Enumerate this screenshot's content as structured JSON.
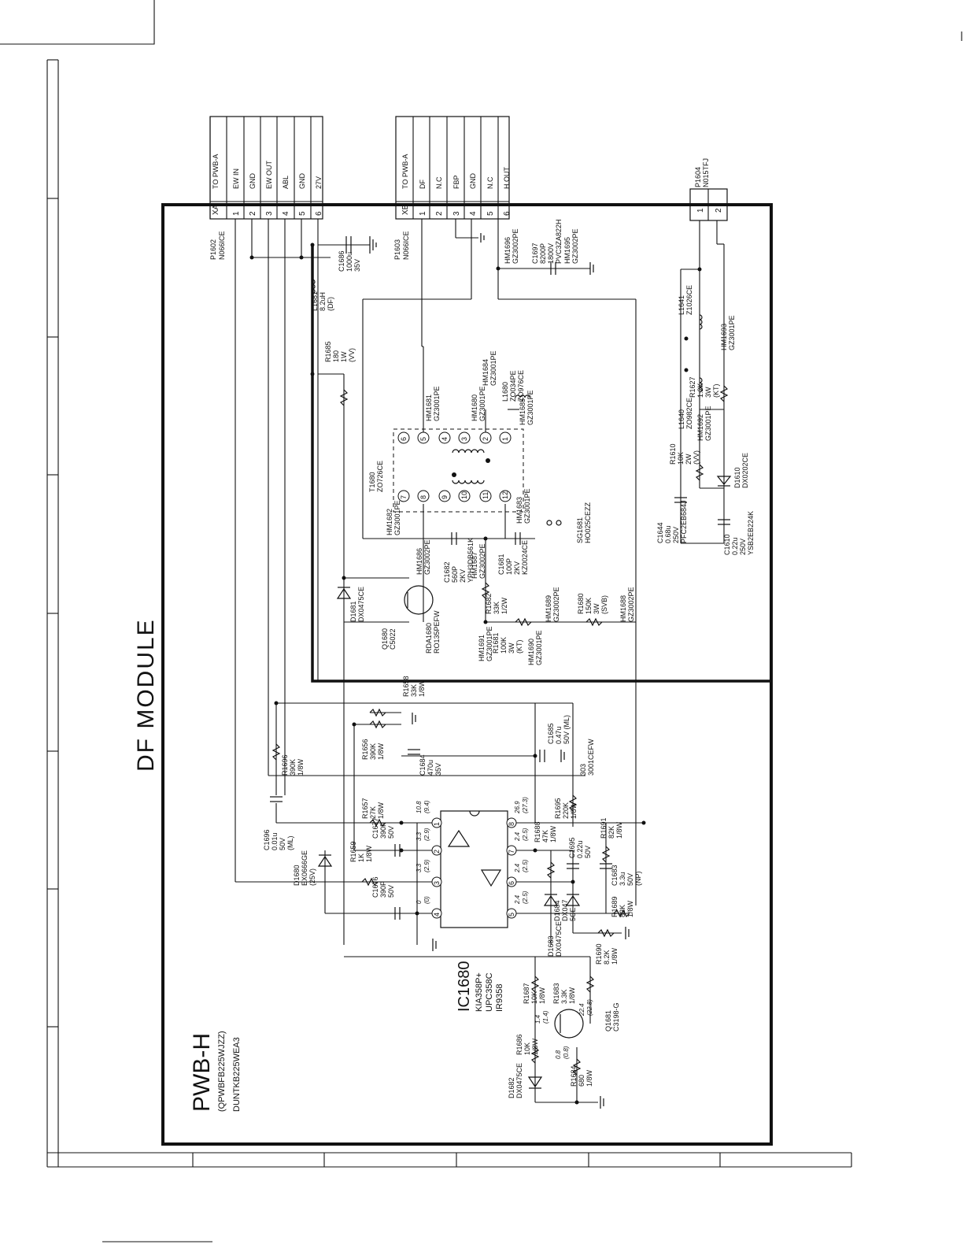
{
  "title": "DF MODULE",
  "board": {
    "name": "PWB-H",
    "part_number": "(QPWBFB225WJZZ)",
    "unit_code": "DUNTKB225WEA3"
  },
  "connectors": {
    "xa": {
      "ref": "P1602",
      "part": "N066ICE",
      "header": "XA",
      "to": "TO PWB-A",
      "pins": [
        {
          "num": "1",
          "signal": "EW IN"
        },
        {
          "num": "2",
          "signal": "GND"
        },
        {
          "num": "3",
          "signal": "EW OUT"
        },
        {
          "num": "4",
          "signal": "ABL"
        },
        {
          "num": "5",
          "signal": "GND"
        },
        {
          "num": "6",
          "signal": "27V"
        }
      ]
    },
    "xb": {
      "ref": "P1603",
      "part": "N066ICE",
      "header": "XB",
      "to": "TO PWB-A",
      "pins": [
        {
          "num": "1",
          "signal": "DF"
        },
        {
          "num": "2",
          "signal": "N.C"
        },
        {
          "num": "3",
          "signal": "FBP"
        },
        {
          "num": "4",
          "signal": "GND"
        },
        {
          "num": "5",
          "signal": "N.C"
        },
        {
          "num": "6",
          "signal": "H.OUT"
        }
      ]
    },
    "p1604": {
      "ref": "P1604",
      "part": "N015TFJ",
      "pins": [
        "1",
        "2"
      ]
    }
  },
  "ic": {
    "ref": "IC1680",
    "parts": [
      "KIA358P+",
      "UPC358C",
      "IR9358"
    ],
    "pins": [
      "1",
      "2",
      "3",
      "4",
      "5",
      "6",
      "7",
      "8"
    ],
    "voltages": [
      {
        "pin": "1",
        "v": "10.8",
        "v2": "(9.4)"
      },
      {
        "pin": "2",
        "v": "3.3",
        "v2": "(2.9)"
      },
      {
        "pin": "3",
        "v": "3.3",
        "v2": "(2.9)"
      },
      {
        "pin": "4",
        "v": "0",
        "v2": "(0)"
      },
      {
        "pin": "5",
        "v": "2.4",
        "v2": "(2.5)"
      },
      {
        "pin": "6",
        "v": "2.4",
        "v2": "(2.5)"
      },
      {
        "pin": "7",
        "v": "2.4",
        "v2": "(2.5)"
      },
      {
        "pin": "8",
        "v": "26.9",
        "v2": "(27.3)"
      }
    ]
  },
  "components": [
    {
      "ref": "L1681",
      "lines": [
        "8.2uH",
        "(DF)"
      ]
    },
    {
      "ref": "C1686",
      "lines": [
        "1000u",
        "35V"
      ]
    },
    {
      "ref": "R1685",
      "lines": [
        "180",
        "1W",
        "(VV)"
      ]
    },
    {
      "ref": "HM1696",
      "lines": [
        "GZ3002PE"
      ]
    },
    {
      "ref": "C1697",
      "lines": [
        "8200P",
        "1800V",
        "PVC3ZA822H"
      ]
    },
    {
      "ref": "HM1695",
      "lines": [
        "GZ3002PE"
      ]
    },
    {
      "ref": "HM1681",
      "lines": [
        "GZ3001PE"
      ]
    },
    {
      "ref": "HM1680",
      "lines": [
        "GZ3001PE"
      ]
    },
    {
      "ref": "HM1684",
      "lines": [
        "GZ3001PE"
      ]
    },
    {
      "ref": "L1680",
      "lines": [
        "ZO034PE",
        "ZO976CE"
      ]
    },
    {
      "ref": "HM1685",
      "lines": [
        "GZ3001PE"
      ]
    },
    {
      "ref": "T1680",
      "lines": [
        "ZO726CE"
      ]
    },
    {
      "ref": "HM1682",
      "lines": [
        "GZ3001PE"
      ]
    },
    {
      "ref": "HM1683",
      "lines": [
        "GZ3001PE"
      ]
    },
    {
      "ref": "SG1681",
      "lines": [
        "HO025CEZZ"
      ]
    },
    {
      "ref": "HM1686",
      "lines": [
        "GZ3002PE"
      ]
    },
    {
      "ref": "C1682",
      "lines": [
        "560P",
        "2KV",
        "YPH3DB561K"
      ]
    },
    {
      "ref": "HM1687",
      "lines": [
        "GZ3002PE"
      ]
    },
    {
      "ref": "C1681",
      "lines": [
        "100P",
        "2KV",
        "KZ0024CE"
      ]
    },
    {
      "ref": "R1682",
      "lines": [
        "33K",
        "1/2W"
      ]
    },
    {
      "ref": "HM1689",
      "lines": [
        "GZ3002PE"
      ]
    },
    {
      "ref": "R1680",
      "lines": [
        "150K",
        "3W",
        "(SVB)"
      ]
    },
    {
      "ref": "HM1688",
      "lines": [
        "GZ3002PE"
      ]
    },
    {
      "ref": "HM1691",
      "lines": [
        "GZ3001PE"
      ]
    },
    {
      "ref": "R1681",
      "lines": [
        "100K",
        "3W",
        "(KT)"
      ]
    },
    {
      "ref": "HM1690",
      "lines": [
        "GZ3001PE"
      ]
    },
    {
      "ref": "D1681",
      "lines": [
        "DX0475CE"
      ]
    },
    {
      "ref": "Q1680",
      "lines": [
        "C5022"
      ]
    },
    {
      "ref": "RDA1680",
      "lines": [
        "RO135PEFW"
      ]
    },
    {
      "ref": "L1641",
      "lines": [
        "Z1026CE"
      ]
    },
    {
      "ref": "R1627",
      "lines": [
        "1.2K",
        "3W",
        "(KT)"
      ]
    },
    {
      "ref": "HM1693",
      "lines": [
        "GZ3001PE"
      ]
    },
    {
      "ref": "L1640",
      "lines": [
        "ZO982CE"
      ]
    },
    {
      "ref": "HM1692",
      "lines": [
        "GZ3001PE"
      ]
    },
    {
      "ref": "R1610",
      "lines": [
        "10K",
        "2W",
        "(VV)"
      ]
    },
    {
      "ref": "D1610",
      "lines": [
        "DX0202CE"
      ]
    },
    {
      "ref": "C1644",
      "lines": [
        "0.68u",
        "250V",
        "PFC2EB684J"
      ]
    },
    {
      "ref": "C1610",
      "lines": [
        "0.22u",
        "250V",
        "YSB2EB224K"
      ]
    },
    {
      "ref": "R1658",
      "lines": [
        "33K",
        "1/8W"
      ]
    },
    {
      "ref": "R1656",
      "lines": [
        "390K",
        "1/8W"
      ]
    },
    {
      "ref": "C1684",
      "lines": [
        "470u",
        "35V"
      ]
    },
    {
      "ref": "C1685",
      "lines": [
        "0.47u",
        "50V (ML)"
      ]
    },
    {
      "ref": "303",
      "lines": [
        "3001CEFW"
      ]
    },
    {
      "ref": "R1696",
      "lines": [
        "390K",
        "1/8W"
      ]
    },
    {
      "ref": "C1696",
      "lines": [
        "0.01u",
        "50V",
        "(ML)"
      ]
    },
    {
      "ref": "R1657",
      "lines": [
        "27K",
        "1/8W"
      ]
    },
    {
      "ref": "C1677",
      "lines": [
        "390P",
        "50V"
      ]
    },
    {
      "ref": "R1695",
      "lines": [
        "220K",
        "1/8W"
      ]
    },
    {
      "ref": "R1688",
      "lines": [
        "47K",
        "1/8W"
      ]
    },
    {
      "ref": "C1695",
      "lines": [
        "0.22u",
        "50V"
      ]
    },
    {
      "ref": "R1691",
      "lines": [
        "82K",
        "1/8W"
      ]
    },
    {
      "ref": "D1680",
      "lines": [
        "EX0666GE",
        "(25V)"
      ]
    },
    {
      "ref": "R1659",
      "lines": [
        "1K",
        "1/8W"
      ]
    },
    {
      "ref": "C1676",
      "lines": [
        "390P",
        "50V"
      ]
    },
    {
      "ref": "D1684",
      "lines": [
        "DX047",
        "5CE"
      ]
    },
    {
      "ref": "C1683",
      "lines": [
        "3.3u",
        "50V",
        "(NP)"
      ]
    },
    {
      "ref": "R1689",
      "lines": [
        "82K",
        "1/8W"
      ]
    },
    {
      "ref": "D1683",
      "lines": [
        "DX0475CE"
      ]
    },
    {
      "ref": "R1690",
      "lines": [
        "8.2K",
        "1/8W"
      ]
    },
    {
      "ref": "R1687",
      "lines": [
        "10K",
        "1/8W"
      ]
    },
    {
      "ref": "R1683",
      "lines": [
        "3.3K",
        "1/8W"
      ]
    },
    {
      "ref": "R1686",
      "lines": [
        "10K",
        "1/8W"
      ]
    },
    {
      "ref": "D1682",
      "lines": [
        "DX0475CE"
      ]
    },
    {
      "ref": "R1684",
      "lines": [
        "680",
        "1/8W"
      ]
    },
    {
      "ref": "Q1681",
      "lines": [
        "C3198-G"
      ]
    }
  ],
  "q1681_voltages": {
    "base": "1.4",
    "base2": "(1.4)",
    "emitter": "0.8",
    "emitter2": "(0.8)",
    "collector": "22.4",
    "collector2": "(22.8)"
  },
  "transformer_pins": [
    "1",
    "2",
    "3",
    "4",
    "5",
    "6",
    "7",
    "8",
    "9",
    "10",
    "11",
    "12"
  ]
}
